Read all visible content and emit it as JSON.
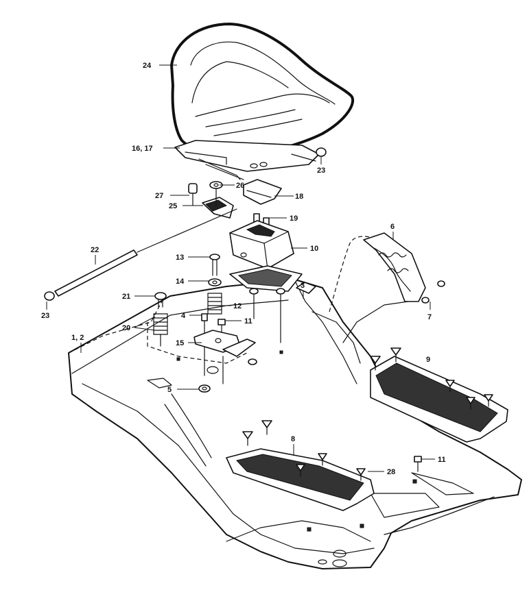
{
  "labels": {
    "l24": "24",
    "l16_17": "16, 17",
    "l23_top": "23",
    "l26": "26",
    "l27": "27",
    "l18": "18",
    "l25": "25",
    "l19": "19",
    "l22": "22",
    "l6": "6",
    "l13": "13",
    "l10": "10",
    "l14": "14",
    "l3": "3",
    "l21": "21",
    "l12": "12",
    "l7": "7",
    "l23_left": "23",
    "l4": "4",
    "l11_mid": "11",
    "l20": "20",
    "l1_2": "1, 2",
    "l15": "15",
    "l9": "9",
    "l5": "5",
    "l8": "8",
    "l11_low": "11",
    "l28": "28"
  }
}
